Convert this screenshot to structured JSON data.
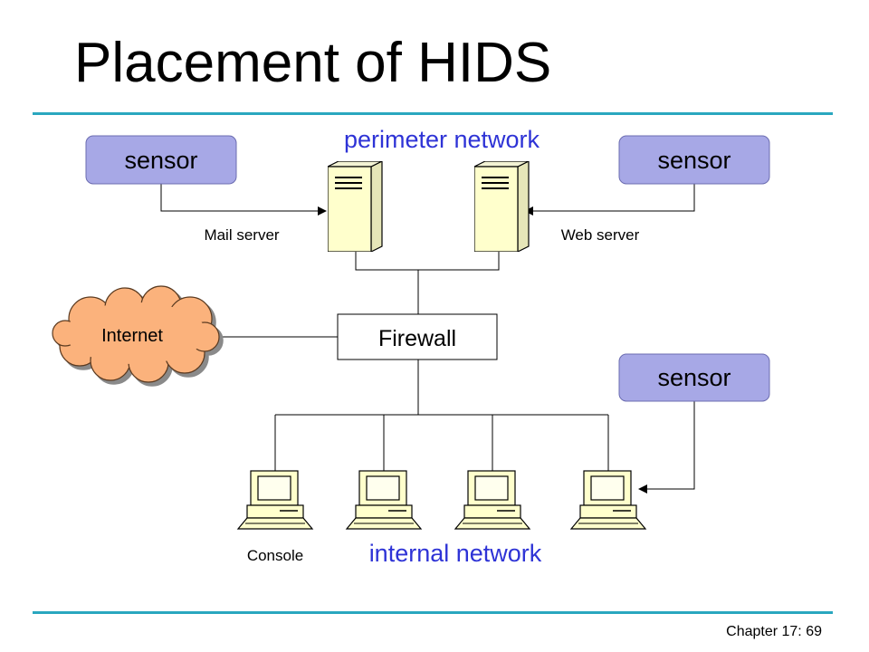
{
  "slide": {
    "title": "Placement of HIDS",
    "footer": "Chapter 17: 69"
  },
  "diagram": {
    "perimeter_label": "perimeter network",
    "internal_label": "internal network",
    "sensors": [
      "sensor",
      "sensor",
      "sensor"
    ],
    "mail_server_label": "Mail server",
    "web_server_label": "Web server",
    "firewall_label": "Firewall",
    "internet_label": "Internet",
    "console_label": "Console"
  },
  "colors": {
    "sensor_fill": "#a7a8e6",
    "cloud_fill": "#fbb27c",
    "accent_blue": "#2e33d6",
    "rule": "#2aa7bf",
    "server_fill": "#ffffcc"
  },
  "icons": [
    "server-icon",
    "computer-icon",
    "cloud-icon"
  ]
}
